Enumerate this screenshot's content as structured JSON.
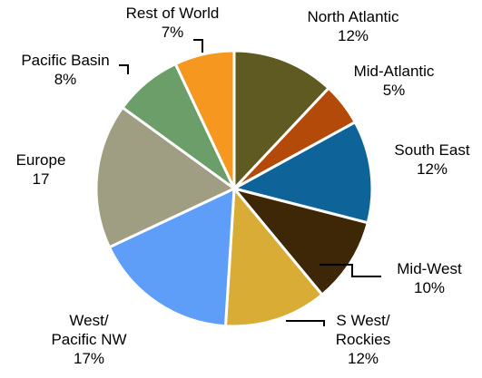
{
  "chart_data": {
    "type": "pie",
    "title": "",
    "legend": "none",
    "slices": [
      {
        "name": "North Atlantic",
        "label": "12%",
        "value": 12,
        "color": "#5e5a22"
      },
      {
        "name": "Mid-Atlantic",
        "label": "5%",
        "value": 5,
        "color": "#b44a0a"
      },
      {
        "name": "South East",
        "label": "12%",
        "value": 12,
        "color": "#0e6499"
      },
      {
        "name": "Mid-West",
        "label": "10%",
        "value": 10,
        "color": "#3d2706"
      },
      {
        "name": "S West/ Rockies",
        "label": "12%",
        "value": 12,
        "color": "#d9ad35"
      },
      {
        "name": "West/ Pacific NW",
        "label": "17%",
        "value": 17,
        "color": "#5e9ef8"
      },
      {
        "name": "Europe",
        "label": "17",
        "value": 17,
        "color": "#a09e82"
      },
      {
        "name": "Pacific Basin",
        "label": "8%",
        "value": 8,
        "color": "#6c9e6a"
      },
      {
        "name": "Rest of World",
        "label": "7%",
        "value": 7,
        "color": "#f6981f"
      }
    ]
  }
}
